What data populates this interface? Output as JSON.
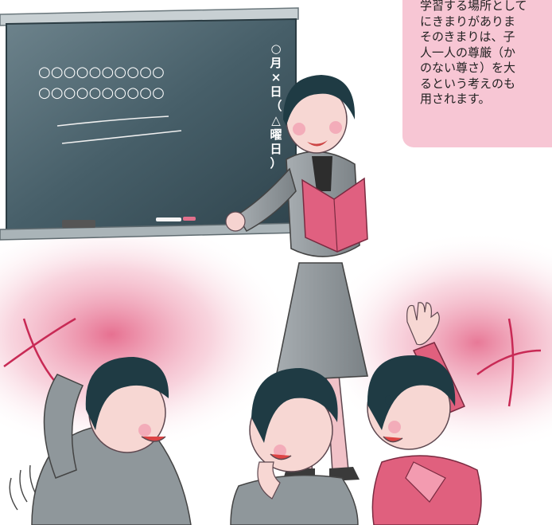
{
  "info_box": {
    "lines": [
      "学習する場所として",
      "にきまりがありま",
      "そのきまりは、子",
      "人一人の尊厳（か",
      "のない尊さ）を大",
      "るという考えのも",
      "用されます。"
    ]
  },
  "blackboard": {
    "row1": "○○○○○○○○○○",
    "row2": "○○○○○○○○○○",
    "date_chars": [
      "○",
      "月",
      "×",
      "日",
      "（",
      "△",
      "曜",
      "日",
      "）"
    ]
  },
  "colors": {
    "board": "#4d6670",
    "frame": "#8a979c",
    "pink_box": "#f7c6d4",
    "hair": "#1f3b44",
    "suit": "#8e9498",
    "book": "#e06080",
    "sweep": "#d0305a"
  }
}
